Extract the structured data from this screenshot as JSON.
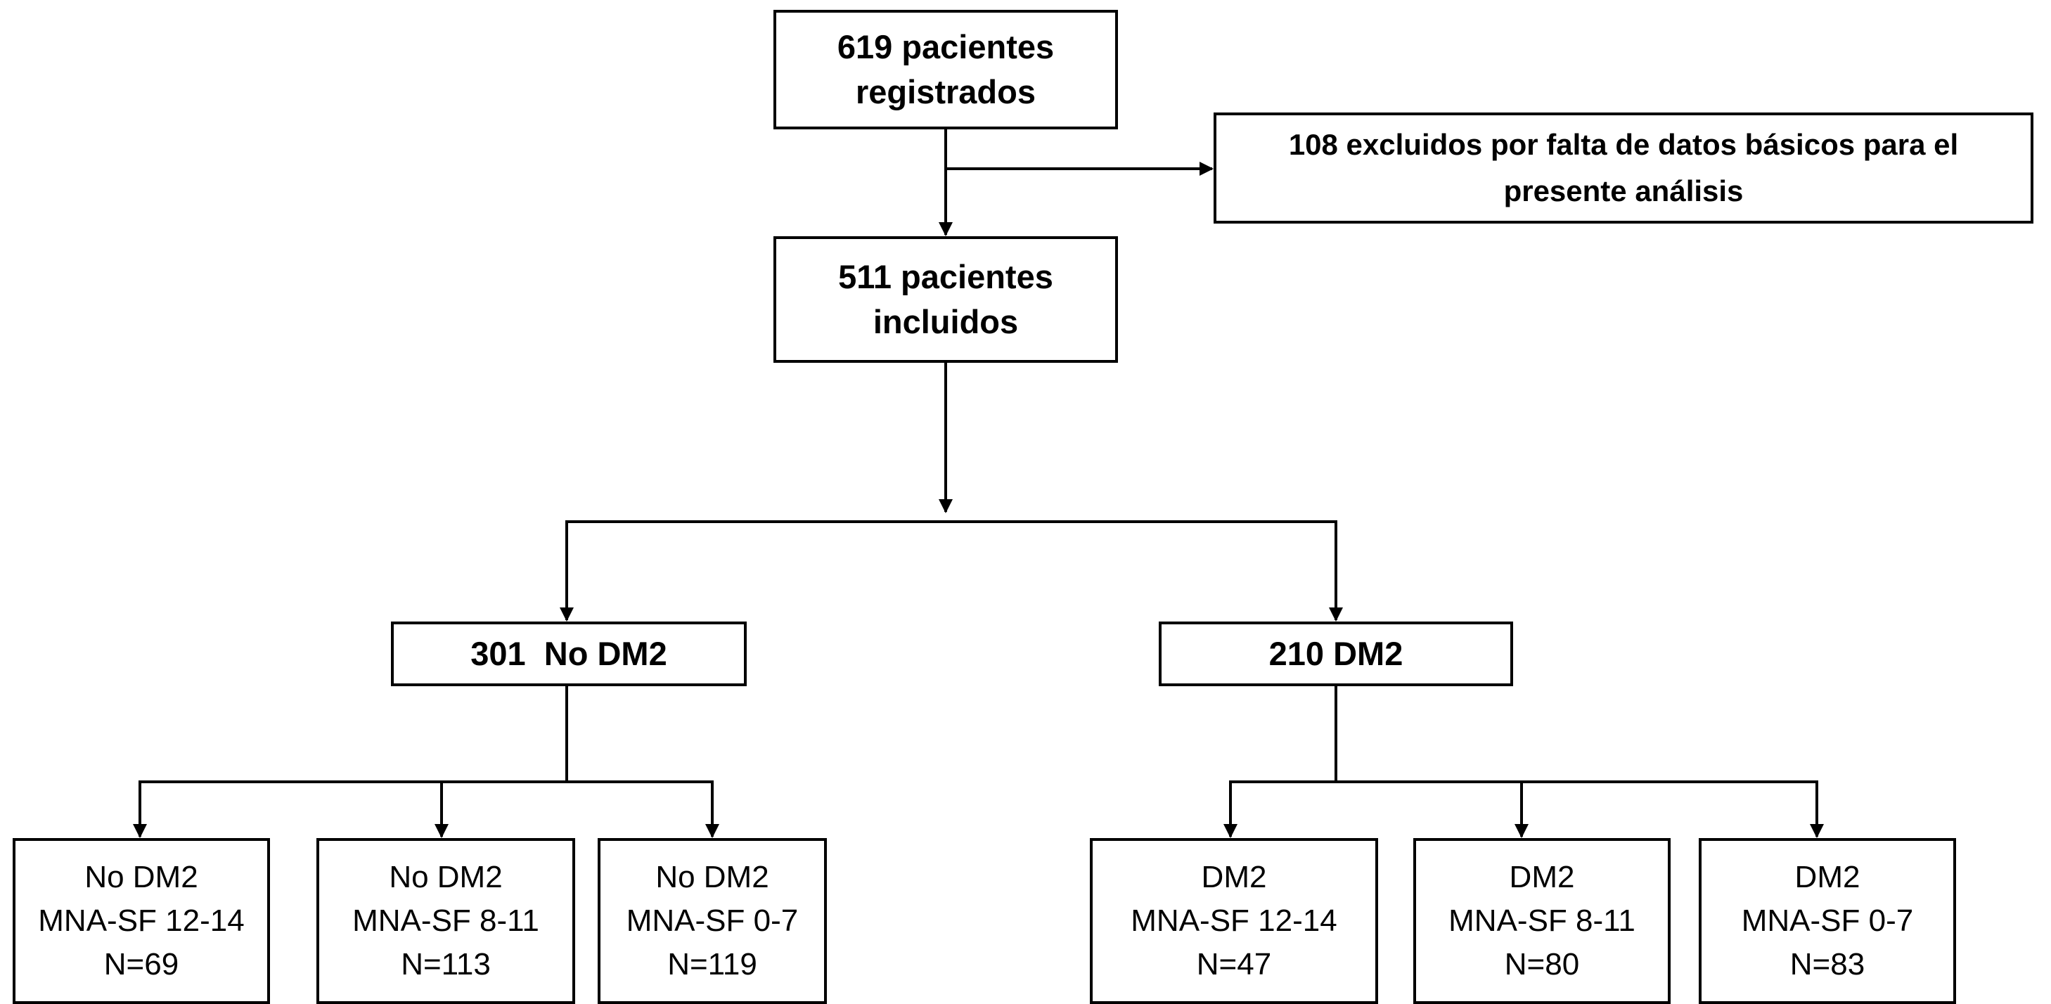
{
  "diagram": {
    "registered": {
      "line1": "619 pacientes",
      "line2": "registrados"
    },
    "excluded": {
      "line1": "108 excluidos por falta de datos básicos para el",
      "line2": "presente análisis"
    },
    "included": {
      "line1": "511 pacientes",
      "line2": "incluidos"
    },
    "no_dm2_group": {
      "label": "301  No DM2"
    },
    "dm2_group": {
      "label": "210 DM2"
    },
    "leaves": [
      {
        "group": "No DM2",
        "score": "MNA-SF 12-14",
        "n": "N=69"
      },
      {
        "group": "No DM2",
        "score": "MNA-SF 8-11",
        "n": "N=113"
      },
      {
        "group": "No DM2",
        "score": "MNA-SF 0-7",
        "n": "N=119"
      },
      {
        "group": "DM2",
        "score": "MNA-SF 12-14",
        "n": "N=47"
      },
      {
        "group": "DM2",
        "score": "MNA-SF 8-11",
        "n": "N=80"
      },
      {
        "group": "DM2",
        "score": "MNA-SF 0-7",
        "n": "N=83"
      }
    ]
  },
  "colors": {
    "line": "#000000",
    "box_border": "#000000",
    "background": "#ffffff",
    "text": "#000000"
  }
}
